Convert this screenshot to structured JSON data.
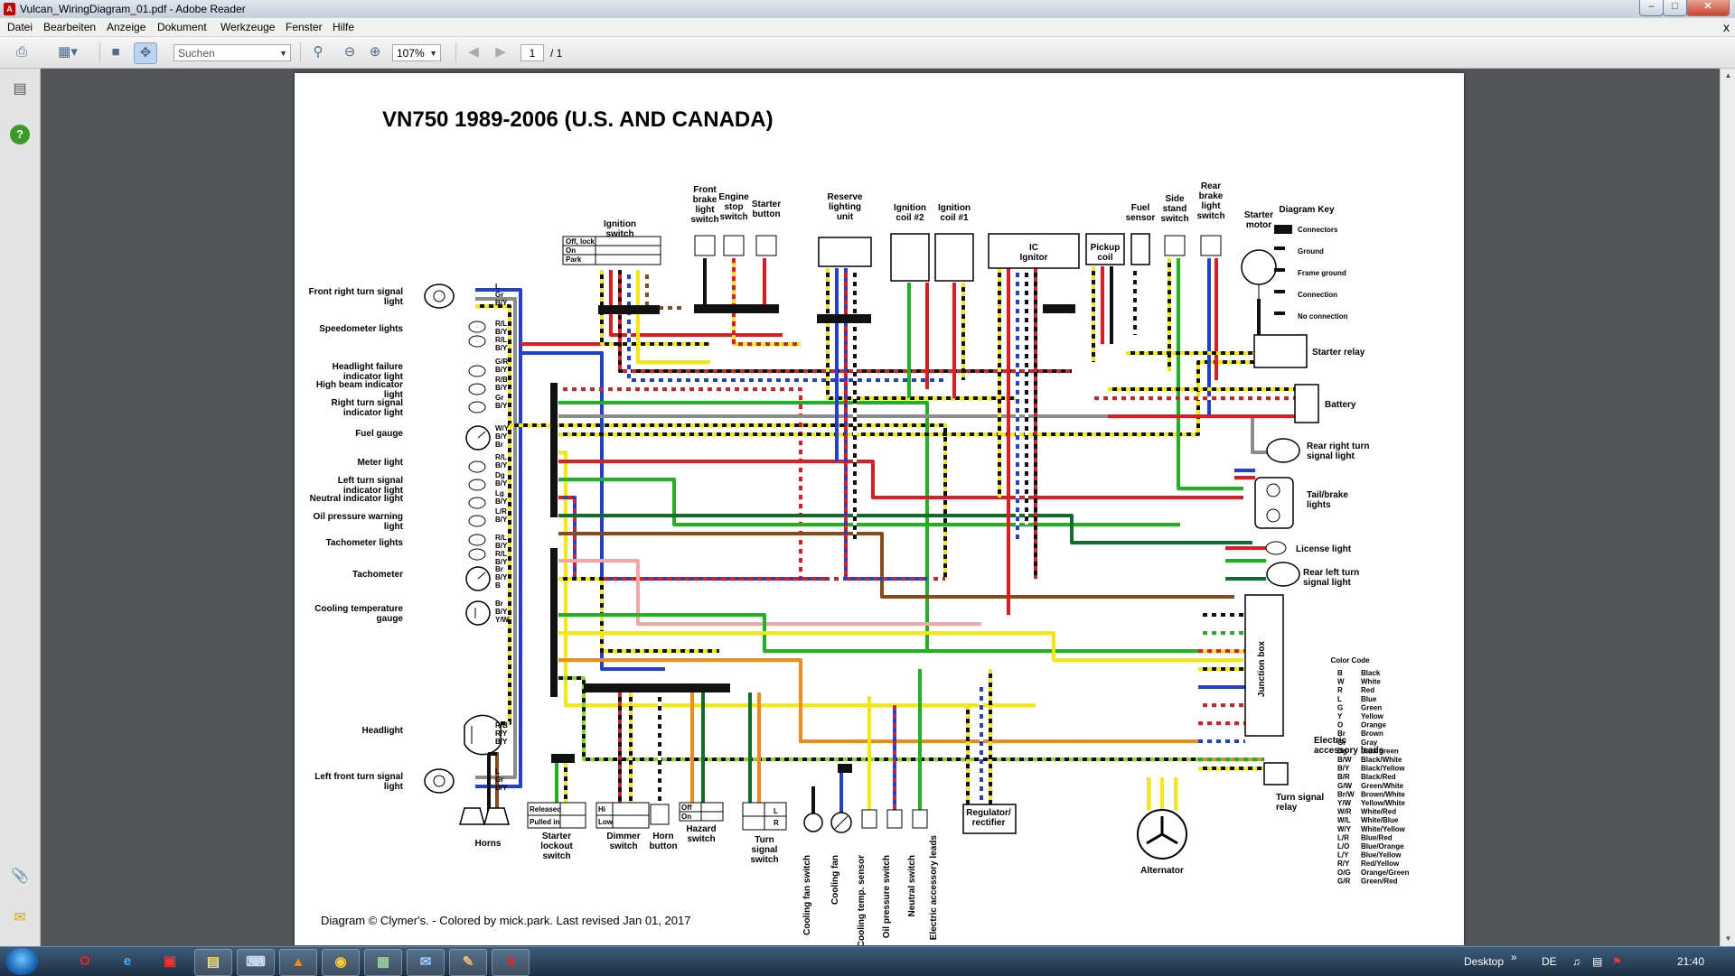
{
  "window": {
    "title": "Vulcan_WiringDiagram_01.pdf - Adobe Reader",
    "app_icon": "pdf-icon",
    "controls": [
      "minimize",
      "maximize",
      "close"
    ]
  },
  "menu": {
    "items": [
      "Datei",
      "Bearbeiten",
      "Anzeige",
      "Dokument",
      "Werkzeuge",
      "Fenster",
      "Hilfe"
    ],
    "close_glyph": "x"
  },
  "toolbar": {
    "search_placeholder": "Suchen",
    "zoom": "107%",
    "page_current": "1",
    "page_total": "/ 1"
  },
  "sidebar": {
    "icons": [
      "pages-icon",
      "help-icon",
      "attachment-icon",
      "comments-icon"
    ]
  },
  "document": {
    "title": "VN750 1989-2006 (U.S. AND CANADA)",
    "credit": "Diagram © Clymer's. - Colored by mick.park. Last revised Jan 01, 2017"
  },
  "diagram": {
    "left_components": [
      {
        "label": "Front right turn signal light",
        "wires": [
          "L",
          "Gr",
          "B/Y"
        ]
      },
      {
        "label": "Speedometer lights",
        "wires": [
          "R/L",
          "B/Y",
          "R/L",
          "B/Y"
        ]
      },
      {
        "label": "Headlight failure indicator light",
        "wires": [
          "G/R",
          "B/Y"
        ]
      },
      {
        "label": "High beam indicator light",
        "wires": [
          "R/B",
          "B/Y"
        ]
      },
      {
        "label": "Right turn signal indicator light",
        "wires": [
          "Gr",
          "B/Y"
        ]
      },
      {
        "label": "Fuel gauge",
        "wires": [
          "W/Y",
          "B/Y",
          "Br"
        ]
      },
      {
        "label": "Meter light",
        "wires": [
          "R/L",
          "B/Y"
        ]
      },
      {
        "label": "Left turn signal indicator light",
        "wires": [
          "Dg",
          "B/Y"
        ]
      },
      {
        "label": "Neutral indicator light",
        "wires": [
          "Lg",
          "B/Y"
        ]
      },
      {
        "label": "Oil pressure warning light",
        "wires": [
          "L/R",
          "B/Y"
        ]
      },
      {
        "label": "Tachometer lights",
        "wires": [
          "R/L",
          "B/Y",
          "R/L",
          "B/Y"
        ]
      },
      {
        "label": "Tachometer",
        "wires": [
          "Br",
          "B/Y",
          "B"
        ]
      },
      {
        "label": "Cooling temperature gauge",
        "wires": [
          "Br",
          "B/Y",
          "Y/W"
        ]
      },
      {
        "label": "Headlight",
        "wires": [
          "R/B",
          "R/Y",
          "B/Y"
        ]
      },
      {
        "label": "Left front turn signal light",
        "wires": [
          "L",
          "Gr",
          "B/Y"
        ]
      }
    ],
    "top_components": [
      {
        "label": "Ignition switch"
      },
      {
        "label": "Front brake light switch"
      },
      {
        "label": "Engine stop switch"
      },
      {
        "label": "Starter button"
      },
      {
        "label": "Reserve lighting unit"
      },
      {
        "label": "Ignition coil #2"
      },
      {
        "label": "Ignition coil #1"
      },
      {
        "label": "IC Ignitor"
      },
      {
        "label": "Pickup coil"
      },
      {
        "label": "Fuel sensor"
      },
      {
        "label": "Side stand switch"
      },
      {
        "label": "Rear brake light switch"
      },
      {
        "label": "Starter motor"
      }
    ],
    "ignition_switch_rows": [
      "Off, lock",
      "On",
      "Park"
    ],
    "right_components": [
      {
        "label": "Starter relay"
      },
      {
        "label": "Battery"
      },
      {
        "label": "Rear right turn signal light"
      },
      {
        "label": "Tail/brake lights"
      },
      {
        "label": "License light"
      },
      {
        "label": "Rear left turn signal light"
      },
      {
        "label": "Junction box"
      },
      {
        "label": "Electric accessory leads"
      },
      {
        "label": "Turn signal relay"
      }
    ],
    "bottom_components": [
      {
        "label": "Horns"
      },
      {
        "label": "Starter lockout switch"
      },
      {
        "label": "Dimmer switch"
      },
      {
        "label": "Horn button"
      },
      {
        "label": "Hazard switch"
      },
      {
        "label": "Turn signal switch"
      },
      {
        "label": "Cooling fan switch"
      },
      {
        "label": "Cooling fan"
      },
      {
        "label": "Cooling temp. sensor"
      },
      {
        "label": "Oil pressure switch"
      },
      {
        "label": "Neutral switch"
      },
      {
        "label": "Electric accessory leads"
      },
      {
        "label": "Regulator/ rectifier"
      },
      {
        "label": "Alternator"
      }
    ],
    "switch_tables": {
      "starter_lockout": [
        "Released",
        "Pulled in"
      ],
      "dimmer": [
        "Hi",
        "Low"
      ],
      "hazard": [
        "Off",
        "On"
      ],
      "turn_signal": [
        "L",
        "R"
      ]
    },
    "diagram_key": {
      "title": "Diagram Key",
      "items": [
        "Connectors",
        "Ground",
        "Frame ground",
        "Connection",
        "No connection"
      ]
    },
    "color_code": {
      "title": "Color Code",
      "entries": [
        [
          "B",
          "Black"
        ],
        [
          "W",
          "White"
        ],
        [
          "R",
          "Red"
        ],
        [
          "L",
          "Blue"
        ],
        [
          "G",
          "Green"
        ],
        [
          "Y",
          "Yellow"
        ],
        [
          "O",
          "Orange"
        ],
        [
          "Br",
          "Brown"
        ],
        [
          "Gr",
          "Gray"
        ],
        [
          "Dg",
          "Dark green"
        ],
        [
          "B/W",
          "Black/White"
        ],
        [
          "B/Y",
          "Black/Yellow"
        ],
        [
          "B/R",
          "Black/Red"
        ],
        [
          "G/W",
          "Green/White"
        ],
        [
          "Br/W",
          "Brown/White"
        ],
        [
          "Y/W",
          "Yellow/White"
        ],
        [
          "W/R",
          "White/Red"
        ],
        [
          "W/L",
          "White/Blue"
        ],
        [
          "W/Y",
          "White/Yellow"
        ],
        [
          "L/R",
          "Blue/Red"
        ],
        [
          "L/O",
          "Blue/Orange"
        ],
        [
          "L/Y",
          "Blue/Yellow"
        ],
        [
          "R/Y",
          "Red/Yellow"
        ],
        [
          "O/G",
          "Orange/Green"
        ],
        [
          "G/R",
          "Green/Red"
        ]
      ]
    },
    "wire_colors": {
      "black": "#111111",
      "white": "#ffffff",
      "red": "#e11b22",
      "blue": "#1f3fd8",
      "green": "#1fb31f",
      "yellow": "#f5e90a",
      "orange": "#f28a1a",
      "brown": "#8a4a1a",
      "gray": "#8c8c8c",
      "darkgreen": "#0f6e2a",
      "lime": "#7ee01a",
      "pink": "#f4a6a6"
    }
  },
  "taskbar": {
    "apps": [
      "opera-icon",
      "ie-icon",
      "gift-icon",
      "explorer-icon",
      "keyboard-icon",
      "vlc-icon",
      "chrome-icon",
      "terminal-icon",
      "mail-icon",
      "notes-icon",
      "reader-icon"
    ],
    "desktop_label": "Desktop",
    "chevron": "»",
    "lang": "DE",
    "time": "21:40"
  }
}
